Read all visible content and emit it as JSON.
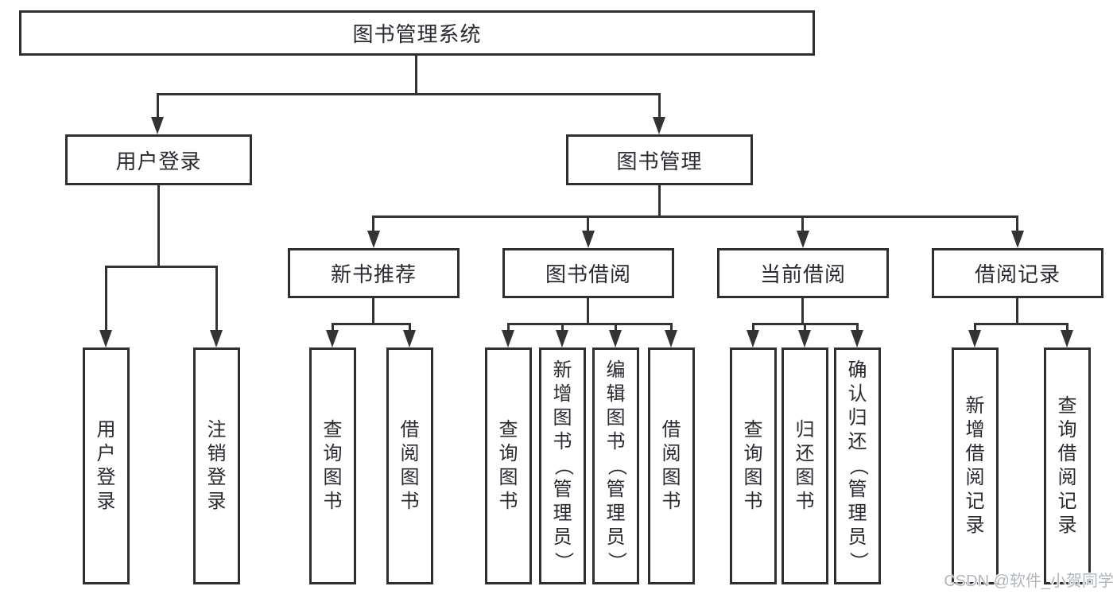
{
  "diagram": {
    "root": "图书管理系统",
    "user_login": {
      "label": "用户登录",
      "children": [
        "用户登录",
        "注销登录"
      ]
    },
    "book_mgmt": {
      "label": "图书管理",
      "sections": {
        "new_books": {
          "label": "新书推荐",
          "children": [
            "查询图书",
            "借阅图书"
          ]
        },
        "borrow": {
          "label": "图书借阅",
          "children": [
            "查询图书",
            "新增图书（管理员）",
            "编辑图书（管理员）",
            "借阅图书"
          ]
        },
        "current": {
          "label": "当前借阅",
          "children": [
            "查询图书",
            "归还图书",
            "确认归还（管理员）"
          ]
        },
        "records": {
          "label": "借阅记录",
          "children": [
            "新增借阅记录",
            "查询借阅记录"
          ]
        }
      }
    }
  },
  "watermark": "CSDN @软件_小贺同学",
  "colors": {
    "line": "#333333",
    "box_border": "#2f2f2f",
    "text": "#2a2a30",
    "watermark": "#b2b7bc",
    "background": "#ffffff"
  }
}
